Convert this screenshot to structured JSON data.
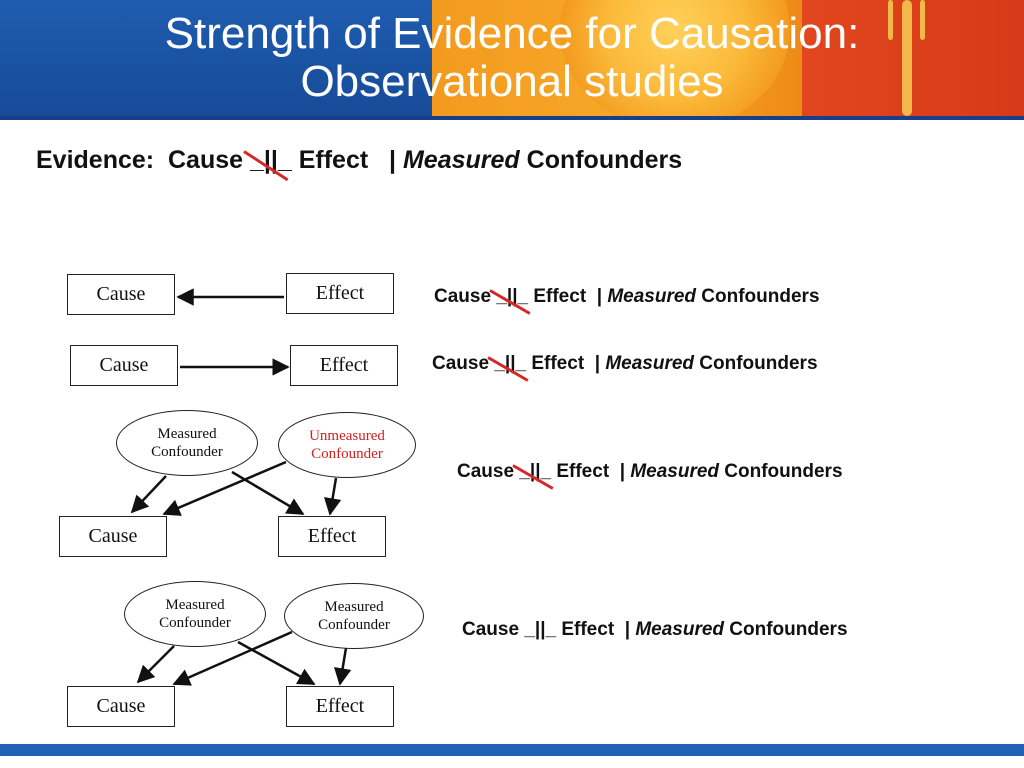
{
  "slide": {
    "title_line1": "Strength of Evidence for Causation:",
    "title_line2": "Observational studies",
    "subtitle": {
      "lead": "Evidence:  Cause ",
      "indep": "_||_",
      "mid": " Effect   | ",
      "italic": "Measured",
      "tail": " Confounders"
    },
    "diagrams": [
      {
        "cause": "Cause",
        "effect": "Effect",
        "statement": {
          "lead": "Cause ",
          "indep": "_||_",
          "mid": " Effect  | ",
          "italic": "Measured",
          "tail": " Confounders",
          "crossed": true
        }
      },
      {
        "cause": "Cause",
        "effect": "Effect",
        "statement": {
          "lead": "Cause ",
          "indep": "_||_",
          "mid": " Effect  | ",
          "italic": "Measured",
          "tail": " Confounders",
          "crossed": true
        }
      },
      {
        "confounder_left": "Measured Confounder",
        "confounder_right": "Unmeasured Confounder",
        "cause": "Cause",
        "effect": "Effect",
        "statement": {
          "lead": "Cause ",
          "indep": "_||_",
          "mid": " Effect  | ",
          "italic": "Measured",
          "tail": " Confounders",
          "crossed": true
        }
      },
      {
        "confounder_left": "Measured Confounder",
        "confounder_right": "Measured Confounder",
        "cause": "Cause",
        "effect": "Effect",
        "statement": {
          "lead": "Cause ",
          "indep": "_||_",
          "mid": " Effect  | ",
          "italic": "Measured",
          "tail": " Confounders",
          "crossed": false
        }
      }
    ]
  },
  "colors": {
    "accent_blue": "#1f5cb0",
    "accent_orange": "#f7a928",
    "accent_red": "#e2461e",
    "strike_red": "#d62828",
    "unmeasured_red": "#d0201f"
  }
}
